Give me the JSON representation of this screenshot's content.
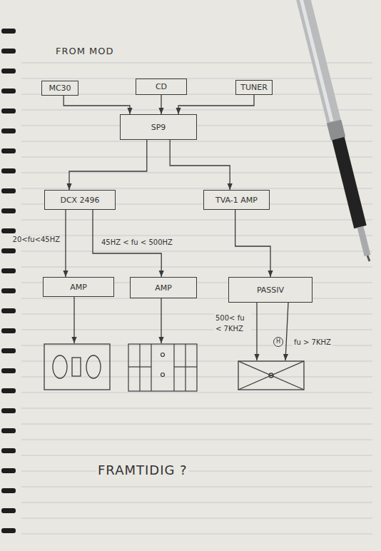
{
  "diagram": {
    "title": "FROM MOD",
    "nodes": [
      {
        "text": [
          "MC30"
        ]
      },
      {
        "text": [
          "CD"
        ]
      },
      {
        "text": [
          "TUNER"
        ]
      },
      {
        "text": [
          "SP9"
        ]
      },
      {
        "text": [
          "DCX 2496"
        ]
      },
      {
        "text": [
          "TVA-1 AMP"
        ]
      },
      {
        "text": [
          "AMP"
        ]
      },
      {
        "text": [
          "AMP"
        ]
      },
      {
        "text": [
          "PASSIV"
        ]
      }
    ],
    "edges": [
      {
        "from": 0,
        "to": 3,
        "arrow": "to"
      },
      {
        "from": 1,
        "to": 3,
        "arrow": "to"
      },
      {
        "from": 2,
        "to": 3,
        "arrow": "to"
      },
      {
        "from": 3,
        "to": 4,
        "arrow": "to"
      },
      {
        "from": 3,
        "to": 5,
        "arrow": "to"
      },
      {
        "from": 4,
        "to": 6,
        "label": "20<fu<45HZ",
        "arrow": "to"
      },
      {
        "from": 4,
        "to": 7,
        "label": "45HZ < fu < 500HZ",
        "arrow": "to"
      },
      {
        "from": 5,
        "to": 8,
        "arrow": "to"
      }
    ],
    "labels": [
      "500< fu < 7KHZ",
      "H",
      "fu > 7KHZ",
      "FRAMTIDIG ?"
    ]
  }
}
